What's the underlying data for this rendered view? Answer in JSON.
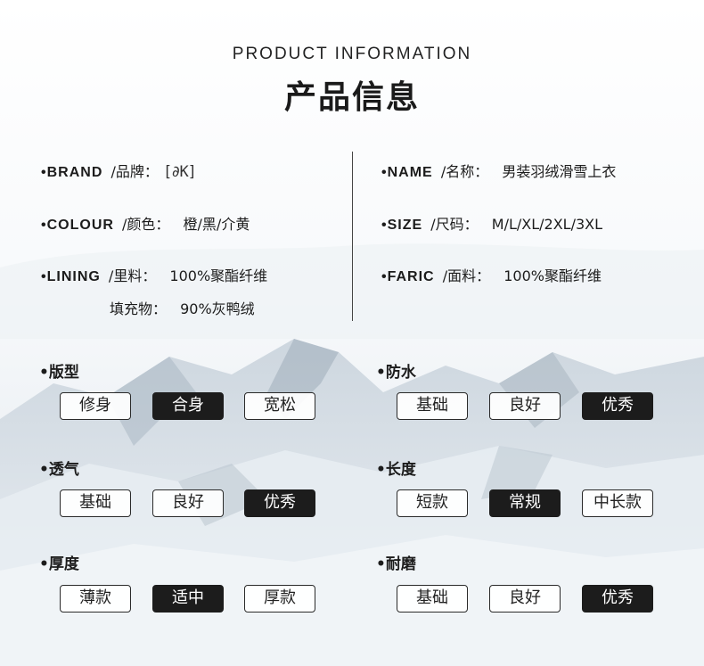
{
  "header": {
    "title_en": "PRODUCT INFORMATION",
    "title_cn": "产品信息"
  },
  "specs": {
    "brand": {
      "key": "•BRAND",
      "cn": "/品牌：",
      "logo": "[∂K]"
    },
    "name": {
      "key": "•NAME",
      "cn": "/名称：",
      "value": "男装羽绒滑雪上衣"
    },
    "colour": {
      "key": "•COLOUR",
      "cn": "/颜色：",
      "value": "橙/黑/介黄"
    },
    "size": {
      "key": "•SIZE",
      "cn": "/尺码：",
      "value": "M/L/XL/2XL/3XL"
    },
    "lining": {
      "key": "•LINING",
      "cn": "/里料：",
      "value": "100%聚酯纤维"
    },
    "faric": {
      "key": "•FARIC",
      "cn": "/面料：",
      "value": "100%聚酯纤维"
    },
    "filling": {
      "label": "填充物：",
      "value": "90%灰鸭绒"
    }
  },
  "attributes": [
    {
      "title": "•版型",
      "options": [
        "修身",
        "合身",
        "宽松"
      ],
      "selected": 1
    },
    {
      "title": "•防水",
      "options": [
        "基础",
        "良好",
        "优秀"
      ],
      "selected": 2
    },
    {
      "title": "•透气",
      "options": [
        "基础",
        "良好",
        "优秀"
      ],
      "selected": 2
    },
    {
      "title": "•长度",
      "options": [
        "短款",
        "常规",
        "中长款"
      ],
      "selected": 1
    },
    {
      "title": "•厚度",
      "options": [
        "薄款",
        "适中",
        "厚款"
      ],
      "selected": 1
    },
    {
      "title": "•耐磨",
      "options": [
        "基础",
        "良好",
        "优秀"
      ],
      "selected": 2
    }
  ],
  "colors": {
    "selected_bg": "#1c1c1c",
    "selected_text": "#ffffff",
    "option_border": "#2a2a2a"
  }
}
